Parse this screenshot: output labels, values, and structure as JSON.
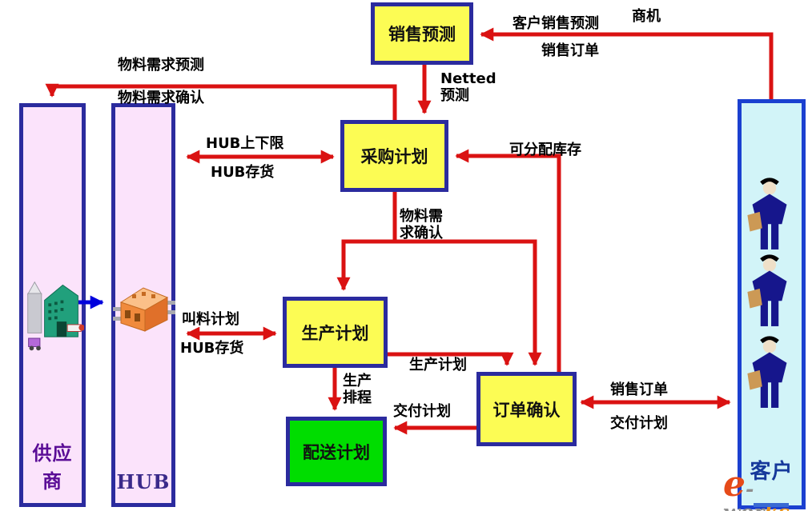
{
  "boxes": {
    "sales_forecast": "销售预测",
    "procurement_plan": "采购计划",
    "production_plan": "生产计划",
    "order_confirmation": "订单确认",
    "distribution_plan": "配送计划"
  },
  "lanes": {
    "supplier": "供应商",
    "hub": "HUB",
    "customer": "客户"
  },
  "labels": {
    "customer_sales_forecast": "客户销售预测",
    "business_opportunity": "商机",
    "sales_order_top": "销售订单",
    "netted_line1": "Netted",
    "netted_line2": "预测",
    "material_demand_forecast": "物料需求预测",
    "material_demand_confirmation": "物料需求确认",
    "hub_upper_lower_limit": "HUB上下限",
    "hub_stock_top": "HUB存货",
    "allocatable_inventory": "可分配库存",
    "material_demand_mid_line1": "物料需",
    "material_demand_mid_line2": "求确认",
    "material_call_plan": "叫料计划",
    "hub_stock_bottom": "HUB存货",
    "production_plan_edge": "生产计划",
    "production_schedule_line1": "生产",
    "production_schedule_line2": "排程",
    "delivery_plan_left": "交付计划",
    "sales_order_right": "销售订单",
    "delivery_plan_right": "交付计划"
  },
  "logo": {
    "e": "e",
    "works_gray": "-wor",
    "works_orange": "ks"
  },
  "colors": {
    "box_fill_yellow": "#fcfc54",
    "box_fill_green": "#00dd00",
    "box_border_navy": "#2b2b9e",
    "arrow_red": "#da1212",
    "arrow_blue": "#0000dd",
    "lane_pink": "#fbe3fb",
    "lane_cyan": "#d2f4f8",
    "customer_border_blue": "#1b40d0"
  }
}
